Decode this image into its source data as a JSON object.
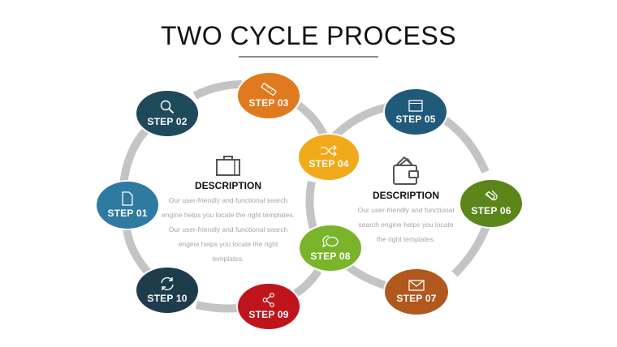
{
  "title": "TWO CYCLE PROCESS",
  "colors": {
    "ring": "#c4c4c4",
    "step01": "#2f7aa0",
    "step02": "#1f4a5c",
    "step03": "#e07a1e",
    "step04": "#f2a91a",
    "step05": "#1f5a7a",
    "step06": "#5a861a",
    "step07": "#b0581d",
    "step08": "#79b42a",
    "step09": "#c0141c",
    "step10": "#1d3d4c"
  },
  "steps": [
    {
      "id": "01",
      "label": "STEP 01",
      "icon": "document-icon"
    },
    {
      "id": "02",
      "label": "STEP 02",
      "icon": "search-icon"
    },
    {
      "id": "03",
      "label": "STEP 03",
      "icon": "ruler-icon"
    },
    {
      "id": "04",
      "label": "STEP 04",
      "icon": "shuffle-icon"
    },
    {
      "id": "05",
      "label": "STEP 05",
      "icon": "browser-window-icon"
    },
    {
      "id": "06",
      "label": "STEP 06",
      "icon": "magnet-icon"
    },
    {
      "id": "07",
      "label": "STEP 07",
      "icon": "envelope-icon"
    },
    {
      "id": "08",
      "label": "STEP 08",
      "icon": "chat-bubbles-icon"
    },
    {
      "id": "09",
      "label": "STEP 09",
      "icon": "share-icon"
    },
    {
      "id": "10",
      "label": "STEP 10",
      "icon": "refresh-icon"
    }
  ],
  "left_description": {
    "icon": "briefcase-icon",
    "heading": "DESCRIPTION",
    "lines": [
      "Our user-friendly and functional search",
      "engine helps you locate the right templates.",
      "Our user-friendly and functional search",
      "engine helps you locate the right",
      "templates."
    ]
  },
  "right_description": {
    "icon": "wallet-icon",
    "heading": "DESCRIPTION",
    "lines": [
      "Our user-friendly and functional",
      "search engine helps you locate",
      "the right templates."
    ]
  }
}
